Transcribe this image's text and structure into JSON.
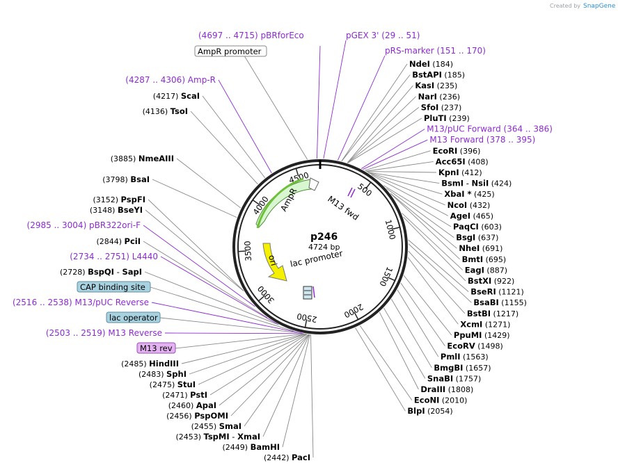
{
  "credit": {
    "prefix": "Created by",
    "brand": "SnapGene"
  },
  "plasmid": {
    "name": "p246",
    "size": "4724 bp"
  },
  "ticks": [
    "500",
    "1000",
    "1500",
    "2000",
    "2500",
    "3000",
    "3500",
    "4000",
    "4500"
  ],
  "features": {
    "ampr": "AmpR",
    "ori": "ori",
    "lac": "lac promoter",
    "m13fwd": "M13 fwd"
  },
  "right_labels": [
    {
      "name": "NdeI",
      "pos": "(184)"
    },
    {
      "name": "BstAPI",
      "pos": "(185)"
    },
    {
      "name": "KasI",
      "pos": "(235)"
    },
    {
      "name": "NarI",
      "pos": "(236)"
    },
    {
      "name": "SfoI",
      "pos": "(237)"
    },
    {
      "name": "PluTI",
      "pos": "(239)"
    },
    {
      "name": "M13/pUC Forward",
      "pos": "(364 .. 386)",
      "primer": true
    },
    {
      "name": "M13 Forward",
      "pos": "(378 .. 395)",
      "primer": true
    },
    {
      "name": "EcoRI",
      "pos": "(396)"
    },
    {
      "name": "Acc65I",
      "pos": "(408)"
    },
    {
      "name": "KpnI",
      "pos": "(412)"
    },
    {
      "name": "BsmI",
      "sep": " - ",
      "name2": "NsiI",
      "pos": "(424)"
    },
    {
      "name": "XbaI *",
      "pos": "(425)"
    },
    {
      "name": "NcoI",
      "pos": "(432)"
    },
    {
      "name": "AgeI",
      "pos": "(465)"
    },
    {
      "name": "PaqCI",
      "pos": "(603)"
    },
    {
      "name": "BsgI",
      "pos": "(637)"
    },
    {
      "name": "NheI",
      "pos": "(691)"
    },
    {
      "name": "BmtI",
      "pos": "(695)"
    },
    {
      "name": "EagI",
      "pos": "(887)"
    },
    {
      "name": "BstXI",
      "pos": "(922)"
    },
    {
      "name": "BseRI",
      "pos": "(1121)"
    },
    {
      "name": "BsaBI",
      "pos": "(1155)"
    },
    {
      "name": "BstBI",
      "pos": "(1217)"
    },
    {
      "name": "XcmI",
      "pos": "(1271)"
    },
    {
      "name": "PpuMI",
      "pos": "(1429)"
    },
    {
      "name": "EcoRV",
      "pos": "(1498)"
    },
    {
      "name": "PmlI",
      "pos": "(1563)"
    },
    {
      "name": "BmgBI",
      "pos": "(1657)"
    },
    {
      "name": "SnaBI",
      "pos": "(1757)"
    },
    {
      "name": "DraIII",
      "pos": "(1808)"
    },
    {
      "name": "EcoNI",
      "pos": "(2010)"
    },
    {
      "name": "BlpI",
      "pos": "(2054)"
    }
  ],
  "top_labels": [
    {
      "name": "pBRforEco",
      "pos": "(4697 .. 4715)"
    },
    {
      "name": "pGEX 3'",
      "pos": "(29 .. 51)"
    },
    {
      "name": "pRS-marker",
      "pos": "(151 .. 170)"
    }
  ],
  "left_labels": [
    {
      "name": "Amp-R",
      "pos": "(4287 .. 4306)",
      "primer": true
    },
    {
      "name": "ScaI",
      "pos": "(4217)"
    },
    {
      "name": "TsoI",
      "pos": "(4136)"
    },
    {
      "name": "NmeAIII",
      "pos": "(3885)"
    },
    {
      "name": "BsaI",
      "pos": "(3798)"
    },
    {
      "name": "PspFI",
      "pos": "(3152)"
    },
    {
      "name": "BseYI",
      "pos": "(3148)"
    },
    {
      "name": "pBR322ori-F",
      "pos": "(2985 .. 3004)",
      "primer": true
    },
    {
      "name": "PciI",
      "pos": "(2844)"
    },
    {
      "name": "L4440",
      "pos": "(2734 .. 2751)",
      "primer": true
    },
    {
      "name": "BspQI",
      "sep": " - ",
      "name2": "SapI",
      "pos": "(2728)"
    },
    {
      "name": "M13/pUC Reverse",
      "pos": "(2516 .. 2538)",
      "primer": true
    },
    {
      "name": "M13 Reverse",
      "pos": "(2503 .. 2519)",
      "primer": true
    },
    {
      "name": "HindIII",
      "pos": "(2485)"
    },
    {
      "name": "SphI",
      "pos": "(2483)"
    },
    {
      "name": "StuI",
      "pos": "(2475)"
    },
    {
      "name": "PstI",
      "pos": "(2471)"
    },
    {
      "name": "ApaI",
      "pos": "(2460)"
    },
    {
      "name": "PspOMI",
      "pos": "(2456)"
    },
    {
      "name": "SmaI",
      "pos": "(2455)"
    },
    {
      "name": "TspMI",
      "sep": " - ",
      "name2": "XmaI",
      "pos": "(2453)"
    },
    {
      "name": "BamHI",
      "pos": "(2449)"
    },
    {
      "name": "PacI",
      "pos": "(2442)"
    }
  ],
  "boxes": [
    {
      "text": "AmpR promoter",
      "fill": "#ffffff",
      "stroke": "#888888"
    },
    {
      "text": "CAP binding site",
      "fill": "#a9d2e0",
      "stroke": "#5f8ea0"
    },
    {
      "text": "lac operator",
      "fill": "#a9d2e0",
      "stroke": "#5f8ea0"
    },
    {
      "text": "M13 rev",
      "fill": "#e3b3f1",
      "stroke": "#9a4fb6"
    }
  ],
  "colors": {
    "primer": "#8d2bd1",
    "ampr_fill": "#d8f7d0",
    "ampr_line": "#6fbf3a",
    "ori_fill": "#f4f000"
  }
}
